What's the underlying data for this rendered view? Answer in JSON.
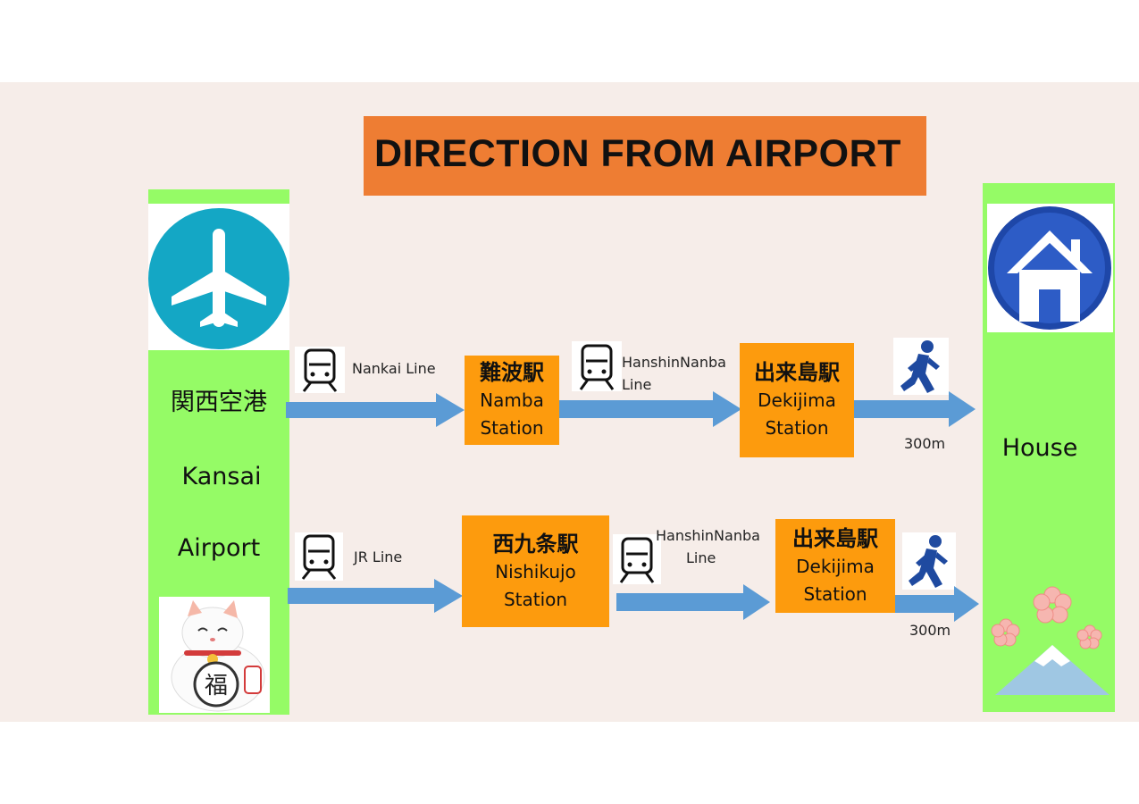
{
  "title": "DIRECTION FROM AIRPORT",
  "origin": {
    "name_jp": "関西空港",
    "name_en_line1": "Kansai",
    "name_en_line2": "Airport",
    "icon": "airplane-icon",
    "badge_glyph": "福",
    "mascot": "maneki-neko-icon"
  },
  "destination": {
    "name": "House",
    "icon": "house-icon",
    "decoration": "mount-fuji-sakura-icon"
  },
  "routes": [
    {
      "line1": "Nankai  Line",
      "station1": {
        "jp": "難波駅",
        "en_line1": "Namba",
        "en_line2": "Station"
      },
      "line2_a": "HanshinNanba",
      "line2_b": "Line",
      "station2": {
        "jp": "出来島駅",
        "en_line1": "Dekijima",
        "en_line2": "Station"
      },
      "walk_distance": "300m"
    },
    {
      "line1": "JR Line",
      "station1": {
        "jp": "西九条駅",
        "en_line1": "Nishikujo",
        "en_line2": "Station"
      },
      "line2_a": "HanshinNanba",
      "line2_b": "Line",
      "station2": {
        "jp": "出来島駅",
        "en_line1": "Dekijima",
        "en_line2": "Station"
      },
      "walk_distance": "300m"
    }
  ],
  "colors": {
    "title_bg": "#ee7d33",
    "green": "#95fb66",
    "station": "#fd9b0d",
    "arrow": "#5b9bd5",
    "airplane_circle": "#14a7c5",
    "house_circle": "#1e47a8",
    "background": "#f6ede9"
  }
}
